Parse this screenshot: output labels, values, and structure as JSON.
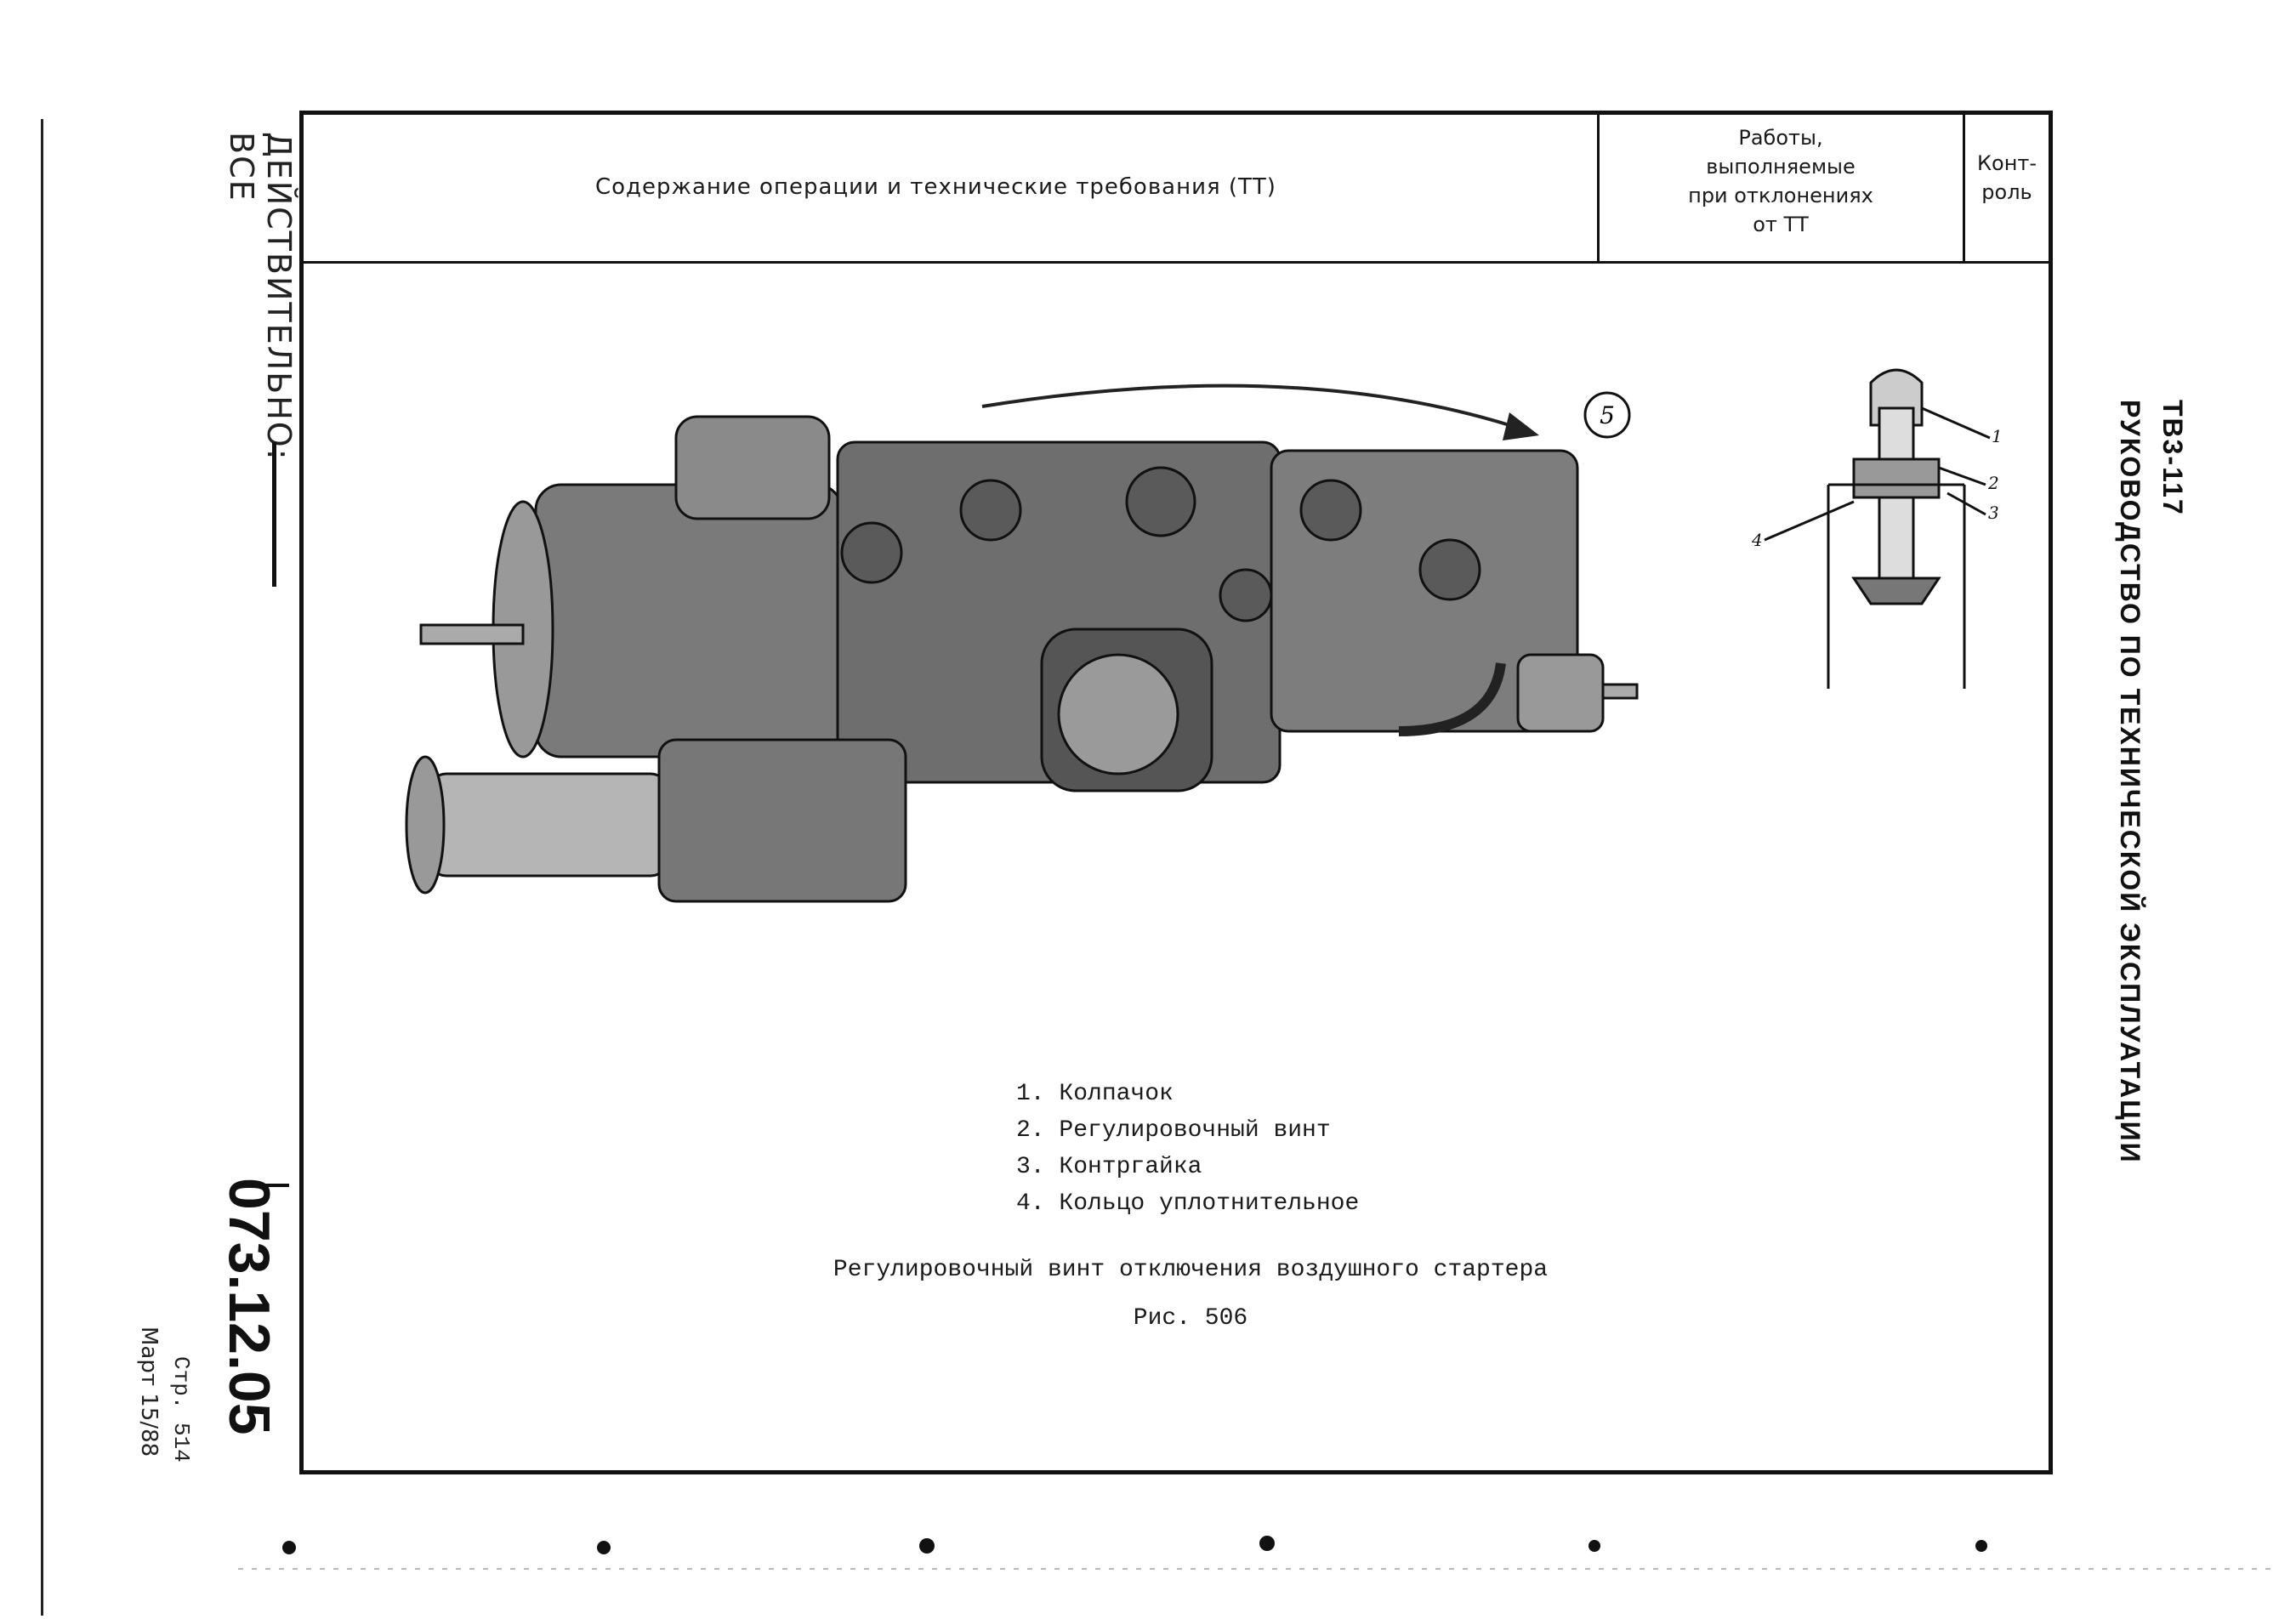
{
  "sidebar": {
    "validity": "ДЕЙСТВИТЕЛЬНО: ВСЕ",
    "doc_number": "073.12.05",
    "page": "Стр. 514",
    "date": "Март 15/88"
  },
  "header": {
    "content_col": "Содержание операции и технические требования (ТТ)",
    "works_col": [
      "Работы,",
      "выполняемые",
      "при отклонениях",
      "от ТТ"
    ],
    "control_col": [
      "Конт-",
      "роль"
    ]
  },
  "figure": {
    "callout": "5",
    "detail_labels": [
      "1",
      "2",
      "3",
      "4"
    ]
  },
  "legend": [
    "1. Колпачок",
    "2. Регулировочный винт",
    "3. Контргайка",
    "4. Кольцо уплотнительное"
  ],
  "caption": "Регулировочный винт отключения воздушного стартера",
  "figure_number": "Рис. 506",
  "right_title": {
    "line1": "ТВ3-117",
    "line2": "РУКОВОДСТВО ПО ТЕХНИЧЕСКОЙ ЭКСПЛУАТАЦИИ"
  }
}
